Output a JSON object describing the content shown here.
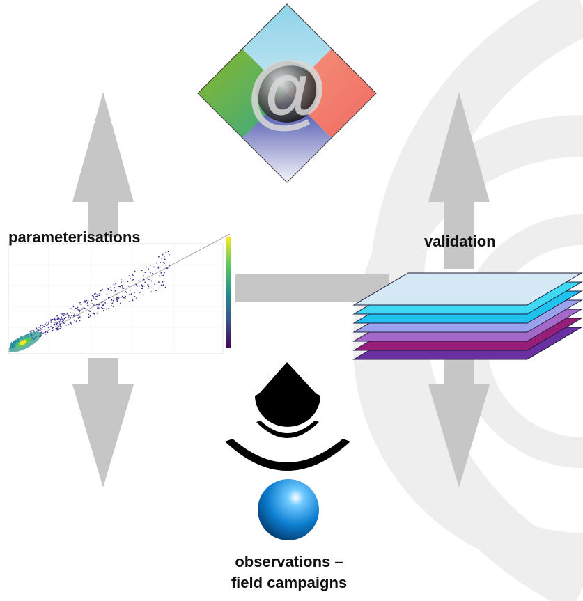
{
  "labels": {
    "parameterisations": "parameterisations",
    "validation": "validation",
    "observations_line1": "observations –",
    "observations_line2": "field campaigns"
  },
  "logo": {
    "text": "@"
  },
  "colors": {
    "arrow": "#c6c6c6",
    "background_arcs": "#eeeeee",
    "logo_top": "#a3d9ea",
    "logo_left": "#6aab2b",
    "logo_right": "#f07f6c",
    "logo_bottom": "#4e57a8",
    "layers": [
      "#6a2fa0",
      "#961e78",
      "#a468c8",
      "#9aa2ee",
      "#1fc1ee",
      "#3fd9f4",
      "#d4e8f5"
    ],
    "sphere": "#0f86d6",
    "sonar": "#000000"
  },
  "icons": [
    "logo-diamond-icon",
    "scatter-plot-icon",
    "layer-stack-icon",
    "sonar-icon",
    "sphere-icon"
  ]
}
